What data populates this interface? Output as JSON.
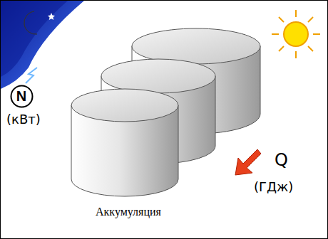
{
  "diagram": {
    "nodes": [
      {
        "text": [
          "N"
        ]
      }
    ],
    "labels": [
      "(кВт)",
      "Q",
      "(ГДж)",
      "Аккумуляция"
    ]
  }
}
